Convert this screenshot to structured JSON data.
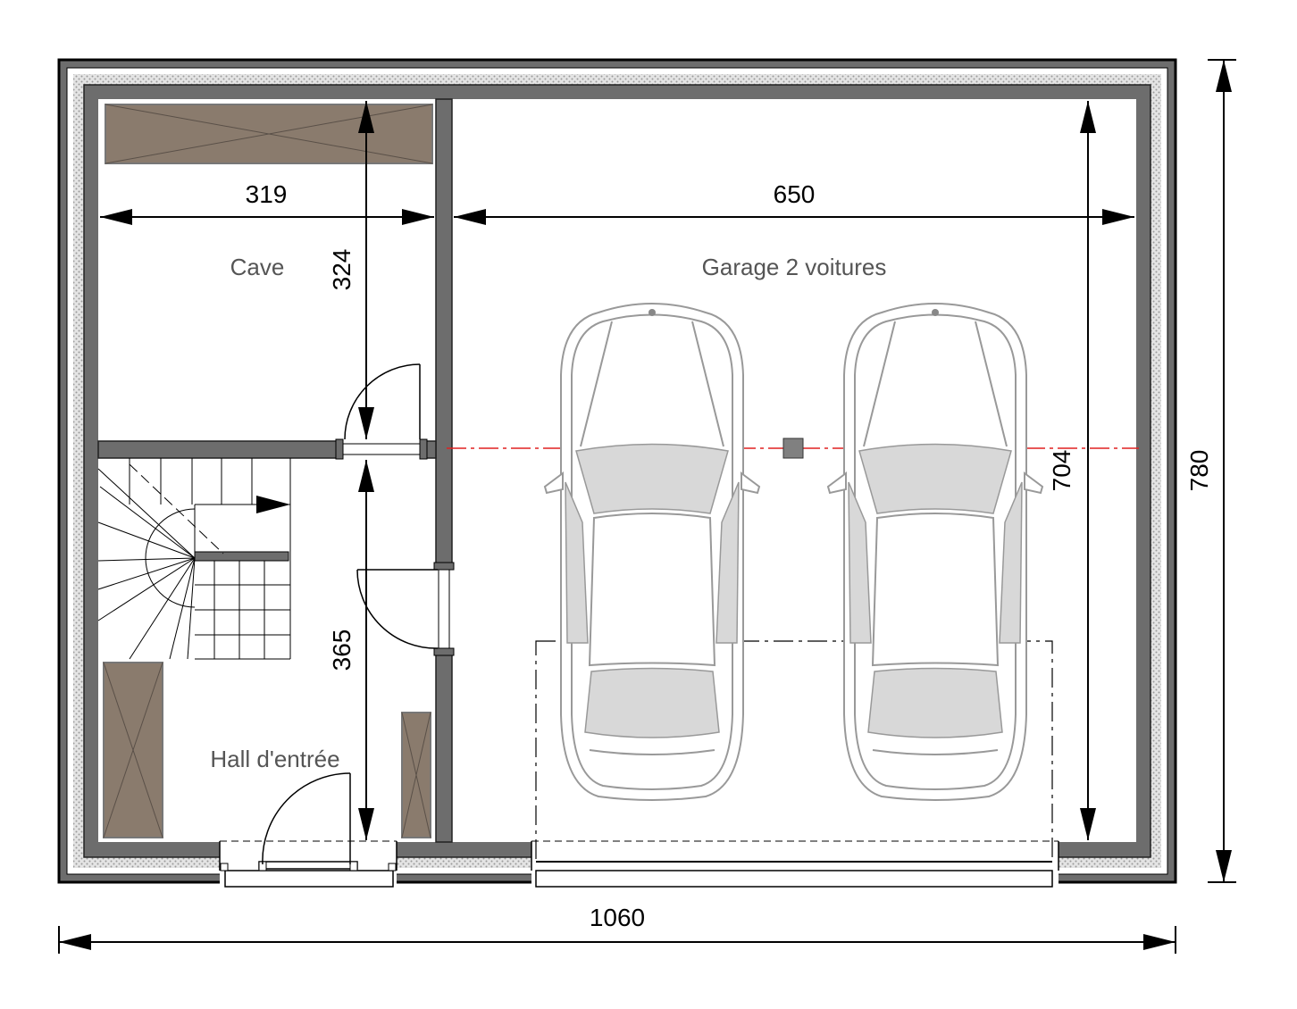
{
  "rooms": {
    "cave": "Cave",
    "garage": "Garage 2 voitures",
    "hall": "Hall d'entrée"
  },
  "dimensions": {
    "cave_width": "319",
    "garage_width": "650",
    "cave_depth": "324",
    "hall_depth": "365",
    "garage_depth": "704",
    "total_depth": "780",
    "total_width": "1060"
  },
  "colors": {
    "wall": "#6d6d6d",
    "furniture": "#8a7b6d",
    "axis_line": "#e02020"
  }
}
